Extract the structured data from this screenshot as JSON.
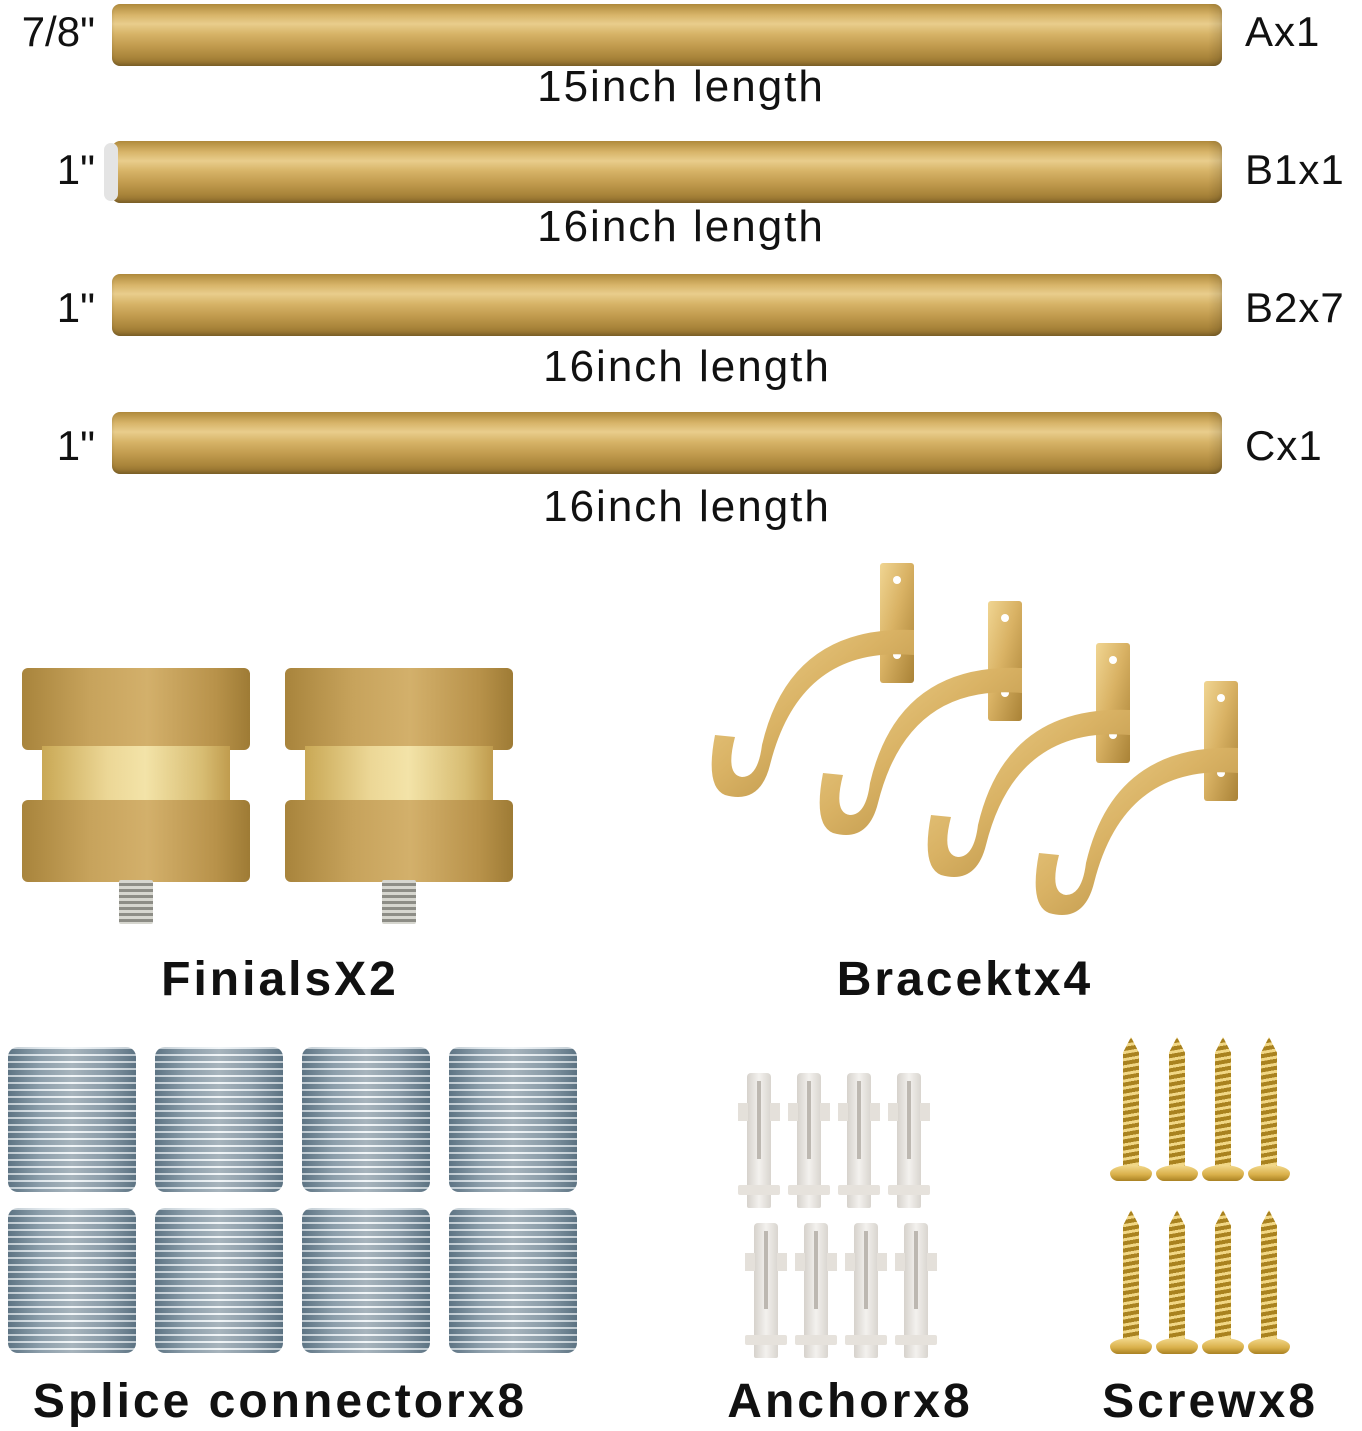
{
  "rods": [
    {
      "diameter": "7/8\"",
      "code": "Ax1",
      "length": "15inch length"
    },
    {
      "diameter": "1\"",
      "code": "B1x1",
      "length": "16inch length"
    },
    {
      "diameter": "1\"",
      "code": "B2x7",
      "length": "16inch length"
    },
    {
      "diameter": "1\"",
      "code": "Cx1",
      "length": "16inch length"
    }
  ],
  "parts": {
    "finials": "FinialsX2",
    "brackets": "Bracektx4",
    "splice": "Splice connectorx8",
    "anchors": "Anchorx8",
    "screws": "Screwx8"
  },
  "colors": {
    "gold": "#c9a455",
    "steel": "#b7c8d3",
    "plastic": "#efece8",
    "brass": "#e0bd5c"
  }
}
